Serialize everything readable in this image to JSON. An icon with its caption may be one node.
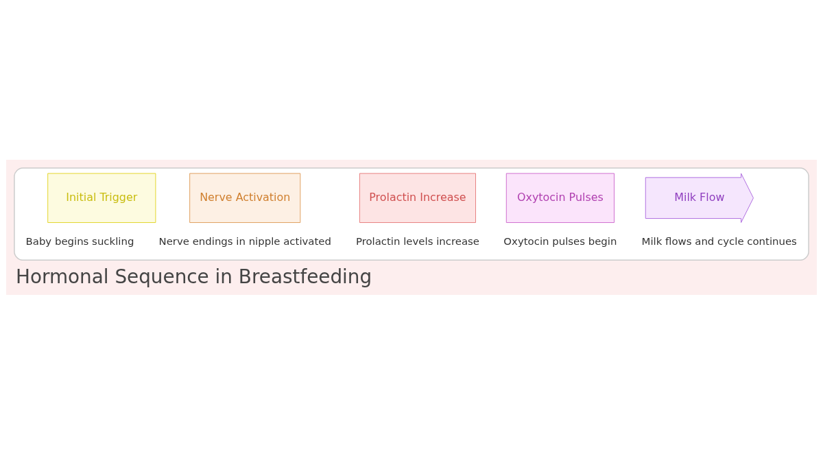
{
  "diagram": {
    "title": "Hormonal Sequence in Breastfeeding",
    "nodes": [
      {
        "text": [],
        "shape": "box"
      },
      {
        "text": [
          "Initial Trigger"
        ],
        "beside": [
          "Baby begins suckling"
        ],
        "in": 0
      },
      {
        "text": [
          "Nerve Activation"
        ],
        "beside": [
          "Nerve endings in nipple activated"
        ],
        "in": 0
      },
      {
        "text": [
          "Prolactin Increase"
        ],
        "beside": [
          "Prolactin levels increase"
        ],
        "in": 0
      },
      {
        "text": [
          "Oxytocin Pulses"
        ],
        "beside": [
          "Oxytocin pulses begin"
        ],
        "in": 0
      },
      {
        "text": [
          "Milk Flow"
        ],
        "beside": [
          "Milk flows and cycle continues"
        ],
        "in": 0
      }
    ],
    "edges": []
  }
}
